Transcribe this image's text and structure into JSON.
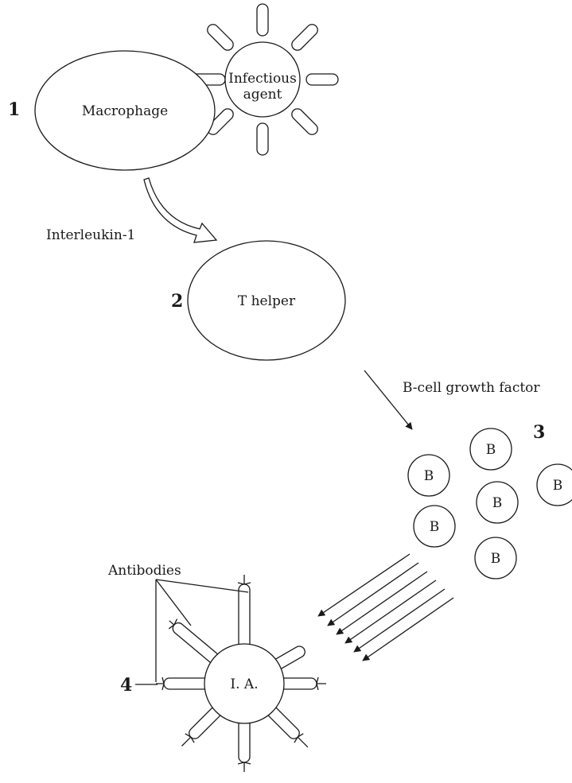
{
  "steps": {
    "step1": "1",
    "step2": "2",
    "step3": "3",
    "step4": "4"
  },
  "cells": {
    "macrophage": "Macrophage",
    "infectious_agent_line1": "Infectious",
    "infectious_agent_line2": "agent",
    "t_helper": "T helper",
    "b_cell": "B",
    "ia": "I. A."
  },
  "signals": {
    "interleukin": "Interleukin-1",
    "growth_factor": "B-cell growth factor",
    "antibodies": "Antibodies"
  }
}
